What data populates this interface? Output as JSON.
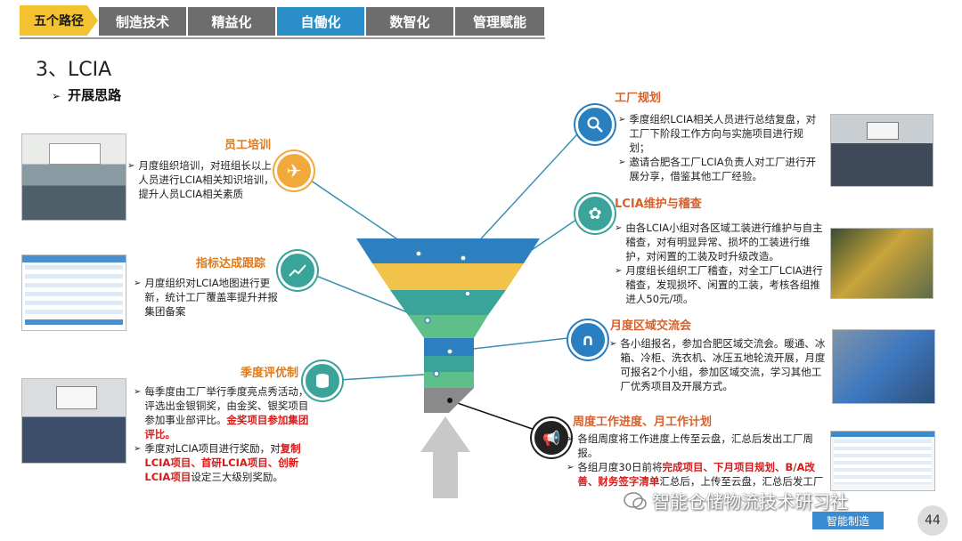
{
  "nav": {
    "first": "五个路径",
    "tabs": [
      "制造技术",
      "精益化",
      "自働化",
      "数智化",
      "管理赋能"
    ],
    "active_index": 2
  },
  "heading": "3、LCIA",
  "subheading": "开展思路",
  "left": {
    "training": {
      "title": "员工培训",
      "text": "月度组织培训，对班组长以上人员进行LCIA相关知识培训，提升人员LCIA相关素质"
    },
    "tracking": {
      "title": "指标达成跟踪",
      "text": "月度组织对LCIA地图进行更新，统计工厂覆盖率提升并报集团备案"
    },
    "review": {
      "title": "季度评优制",
      "b1_a": "每季度由工厂举行季度亮点秀活动，评选出金银铜奖，由金奖、银奖项目参加事业部评比。",
      "b1_red": "金奖项目参加集团评比。",
      "b2_a": "季度对LCIA项目进行奖励，对",
      "b2_red1": "复制LCIA项目、首研LCIA项目、创新LCIA项目",
      "b2_b": "设定三大级别奖励。"
    }
  },
  "right": {
    "plan": {
      "title": "工厂规划",
      "b1": "季度组织LCIA相关人员进行总结复盘，对工厂下阶段工作方向与实施项目进行规划；",
      "b2": "邀请合肥各工厂LCIA负责人对工厂进行开展分享，借鉴其他工厂经验。"
    },
    "maint": {
      "title": "LCIA维护与稽查",
      "b1": "由各LCIA小组对各区域工装进行维护与自主稽查，对有明显异常、损坏的工装进行维护，对闲置的工装及时升级改造。",
      "b2": "月度组长组织工厂稽查，对全工厂LCIA进行稽查，发现损坏、闲置的工装，考核各组推进人50元/项。"
    },
    "exchange": {
      "title": "月度区域交流会",
      "b1": "各小组报名，参加合肥区域交流会。暖通、冰箱、冷柜、洗衣机、冰压五地轮流开展，月度可报名2个小组，参加区域交流，学习其他工厂优秀项目及开展方式。"
    },
    "weekly": {
      "title": "周度工作进度、月工作计划",
      "b1": "各组周度将工作进度上传至云盘，汇总后发出工厂周报。",
      "b2_a": "各组月度30日前将",
      "b2_red": "完成项目、下月项目规划、B/A改善、财务签字清单",
      "b2_b": "汇总后，上传至云盘，汇总后发工厂"
    }
  },
  "watermark": "智能仓储物流技术研习社",
  "footer_tag": "智能制造",
  "page_number": "44",
  "colors": {
    "accent_blue": "#2a8fc9",
    "orange": "#e07b1a",
    "funnel_blue": "#2d7fc0",
    "funnel_yellow": "#f2c34a",
    "funnel_teal": "#3aa39a",
    "funnel_green": "#5fbf8a"
  }
}
